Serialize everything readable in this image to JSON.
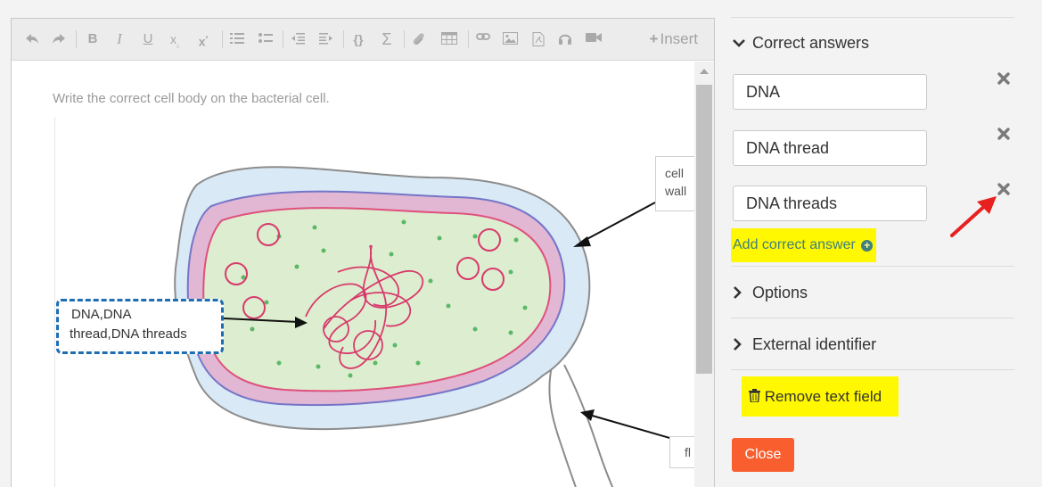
{
  "toolbar": {
    "icons": [
      "undo-icon",
      "redo-icon",
      "bold-icon",
      "italic-icon",
      "underline-icon",
      "subscript-icon",
      "superscript-icon",
      "ordered-list-icon",
      "bullet-list-icon",
      "outdent-icon",
      "indent-icon",
      "code-icon",
      "sigma-icon",
      "paperclip-icon",
      "table-icon",
      "link-icon",
      "image-icon",
      "pdf-icon",
      "audio-icon",
      "video-icon"
    ],
    "insert_label": "Insert"
  },
  "editor": {
    "instruction": "Write the correct cell body on the bacterial cell.",
    "labels": {
      "dna_line1": "DNA,DNA",
      "dna_line2": "thread,DNA threads",
      "cell_wall_line1": "cell",
      "cell_wall_line2": "wall",
      "flagellum_partial": "fl"
    }
  },
  "panel": {
    "correct_answers_title": "Correct answers",
    "answers": [
      "DNA",
      "DNA thread",
      "DNA threads"
    ],
    "add_correct_answer": "Add correct answer",
    "options_title": "Options",
    "external_identifier_title": "External identifier",
    "remove_text_field": "Remove text field",
    "close": "Close"
  },
  "colors": {
    "highlight": "#fff800",
    "close_button": "#f95e2f",
    "link_teal": "#3f7f7d",
    "dashed_focus": "#1f6eb3",
    "annotation_arrow": "#e8201f"
  }
}
